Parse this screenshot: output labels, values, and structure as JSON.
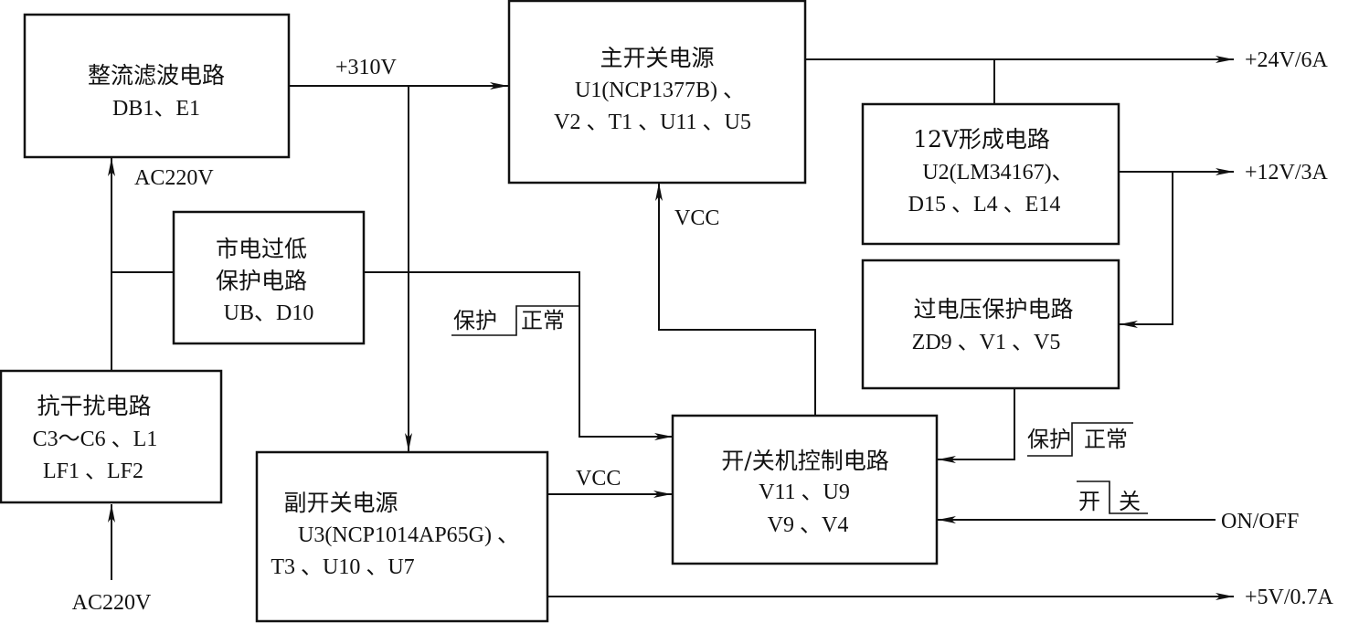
{
  "diagram": {
    "colors": {
      "line": "#111111",
      "background": "#ffffff"
    },
    "blocks": {
      "rectifier": {
        "title": "整流滤波电路",
        "parts": [
          "DB1、E1"
        ]
      },
      "main_psu": {
        "title": "主开关电源",
        "parts": [
          "U1(NCP1377B) 、",
          "V2 、T1 、U11 、U5"
        ]
      },
      "gen12v": {
        "title": "12V形成电路",
        "parts": [
          "U2(LM34167)、",
          "D15 、L4 、E14"
        ]
      },
      "ovp": {
        "title": "过电压保护电路",
        "parts": [
          "ZD9 、V1 、V5"
        ]
      },
      "undervolt": {
        "title_lines": [
          "市电过低",
          "保护电路"
        ],
        "parts": [
          "UB、D10"
        ]
      },
      "emi": {
        "title": "抗干扰电路",
        "parts": [
          "C3～C6 、L1",
          "LF1 、LF2"
        ]
      },
      "aux_psu": {
        "title": "副开关电源",
        "parts": [
          "U3(NCP1014AP65G) 、",
          "T3 、U10 、U7"
        ]
      },
      "onoff_ctrl": {
        "title": "开/关机控制电路",
        "parts": [
          "V11 、U9",
          "V9 、V4"
        ]
      }
    },
    "labels": {
      "v310": "+310V",
      "ac_in_top": "AC220V",
      "ac_in_bottom": "AC220V",
      "vcc_main": "VCC",
      "vcc_aux": "VCC",
      "out24": "+24V/6A",
      "out12": "+12V/3A",
      "out5": "+5V/0.7A",
      "onoff": "ON/OFF"
    },
    "signals": {
      "undervolt_protect": {
        "low": "保护",
        "high": "正常"
      },
      "ovp_protect": {
        "low": "保护",
        "high": "正常"
      },
      "power_switch": {
        "high": "开",
        "low": "关"
      }
    }
  }
}
